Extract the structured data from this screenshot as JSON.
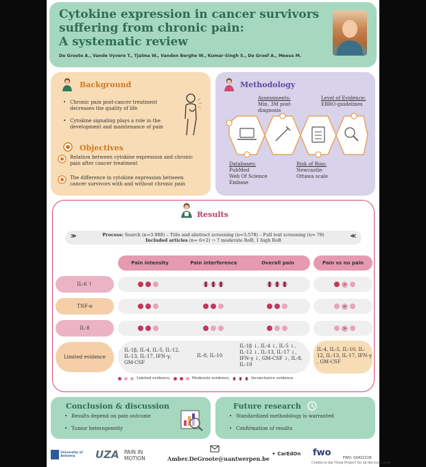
{
  "header": {
    "title_lines": [
      "Cytokine expression in cancer survivors",
      "suffering from chronic pain:",
      "A systematic review"
    ],
    "authors": "De Groote A., Vande Vyvere T., Tjalma W., Vanden Berghe W., Kumar-Singh S., De Groef A., Meeus M."
  },
  "background": {
    "heading": "Background",
    "bullets": [
      "Chronic pain post-cancer treatment decreases the quality of life",
      "Cytokine signaling plays a role in the development and maintenance of pain"
    ]
  },
  "objectives": {
    "heading": "Objectives",
    "items": [
      "Relation between cytokine expression and chronic pain after cancer treatment",
      "The difference in cytokine expression between cancer survivors with and without chronic pain"
    ]
  },
  "methodology": {
    "heading": "Methodology",
    "assessments_label": "Assessments:",
    "assessments_value": "Min. 3M post-diagnosis",
    "evidence_label": "Level of Evidence:",
    "evidence_value": "EBRO-guidelines",
    "databases_label": "Databases:",
    "databases_value": [
      "PubMed",
      "Web Of Science",
      "Embase"
    ],
    "bias_label": "Risk of Bias:",
    "bias_value": [
      "Newcastle-",
      "Ottawa scale"
    ]
  },
  "results": {
    "heading": "Results",
    "process_label": "Process:",
    "process_text": "Search (n=3.988) – Title and abstract screening (n=3.578) – Full text screening (n= 78)",
    "included_label": "Included articles",
    "included_text": "(n= 6+2) → 7 moderate RoB, 1 high RoB",
    "columns": [
      "Pain intensity",
      "Pain interference",
      "Overall pain",
      "Pain vs no pain"
    ],
    "rows": [
      "IL-6 ↑",
      "TNF-α",
      "IL-8",
      "Limited evidence"
    ],
    "limited": {
      "intensity": "IL-1β, IL-4, IL-5, IL-12, IL-13, IL-17, IFN-γ, GM-CSF",
      "interference": "IL-8, IL-10",
      "overall": "IL-1β ↓, IL-4 ↓, IL-5 ↓, IL-12 ↓, IL-13, IL-17 ↓, IFN-γ ↓, GM-CSF ↓, IL-8, IL-10",
      "vs": "IL-4, IL-5, IL-10, IL-12, IL-13, IL-17, IFN-γ , GM-CSF"
    },
    "symbols": {
      "greater": ">",
      "equal": "="
    },
    "legend": [
      "Limited evidence,",
      "Moderate evidence,",
      "Inconclusive evidence"
    ]
  },
  "conclusion": {
    "heading": "Conclusion & discussion",
    "bullets": [
      "Results depend on pain outcome",
      "Tumor heterogeneity"
    ]
  },
  "future": {
    "heading": "Future research",
    "bullets": [
      "Standardized methodology is warranted",
      "Confirmation of results"
    ]
  },
  "footer": {
    "logo_uantwerp": "University of Antwerp",
    "logo_uza": "UZA",
    "logo_pim_1": "PAIN IN",
    "logo_pim_2": "MOTION",
    "email": "Amber.DeGroote@uantwerpen.be",
    "logo_caredon": "CarEdOn",
    "logo_fwo": "fwo",
    "grant": "FWO: G042221N",
    "credit": "Credits to the 'Noun Project' for all the icons used"
  },
  "colors": {
    "header_green": "#a6d8bf",
    "background_orange": "#f8dcb6",
    "methodology_purple": "#d8d2ea",
    "results_pink": "#d2476d"
  }
}
